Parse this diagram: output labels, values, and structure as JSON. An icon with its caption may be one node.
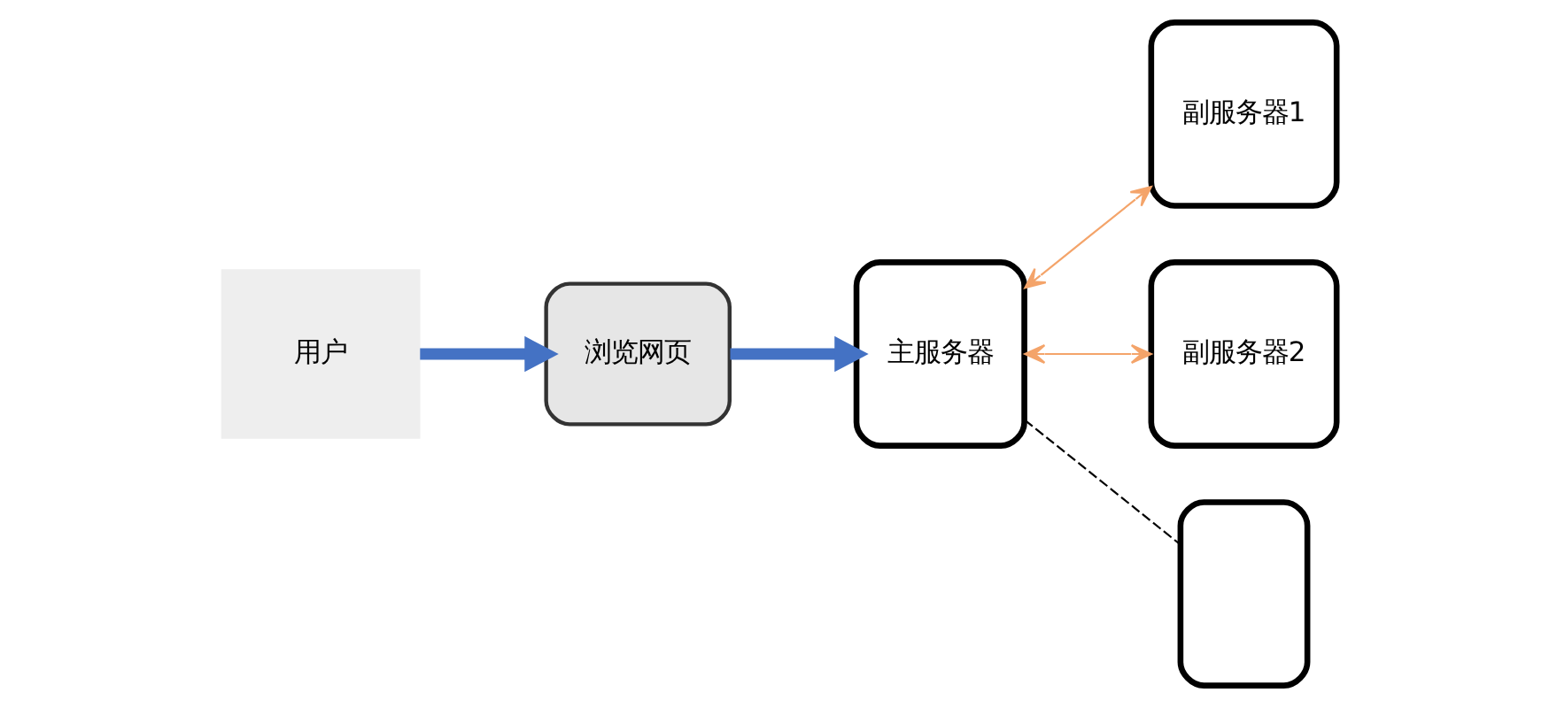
{
  "diagram": {
    "nodes": [
      {
        "text": [
          "用户"
        ]
      },
      {
        "text": [
          "浏览网页"
        ]
      },
      {
        "text": [
          "主服务器"
        ]
      },
      {
        "text": [
          "副服务器1"
        ]
      },
      {
        "text": [
          "副服务器2"
        ]
      },
      {
        "text": [],
        "shape": "box"
      }
    ],
    "edges": [
      {
        "from": 0,
        "to": 1,
        "arrow": "to",
        "style": "thick",
        "color": "#4472c4"
      },
      {
        "from": 1,
        "to": 2,
        "arrow": "to",
        "style": "thick",
        "color": "#4472c4"
      },
      {
        "from": 2,
        "to": 3,
        "arrow": "both",
        "color": "#f4a46a"
      },
      {
        "from": 2,
        "to": 4,
        "arrow": "both",
        "color": "#f4a46a"
      },
      {
        "from": 2,
        "to": 5,
        "arrow": "none",
        "style": "dashed",
        "color": "#000000"
      }
    ]
  }
}
